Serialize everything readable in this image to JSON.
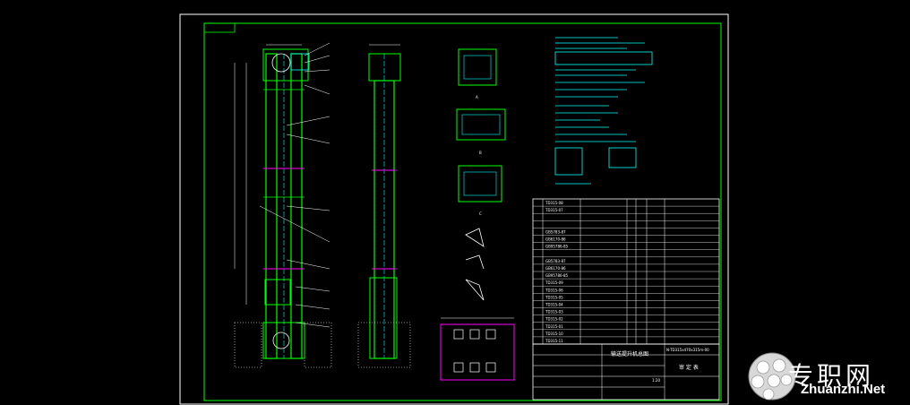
{
  "drawing": {
    "title_block": {
      "name": "输送提升机总图",
      "code": "N-TD315x470x315m-00",
      "approval": "审 定 表",
      "scale": "1:20"
    },
    "parts_rows": [
      "TD315-08",
      "TD315-07",
      "",
      "",
      "GB5783-87",
      "GB6170-86",
      "GB95786-85",
      "",
      "GB5783-87",
      "GB6170-86",
      "GB95786-85",
      "TD315-09",
      "TD315-06",
      "TD315-05",
      "TD315-04",
      "TD315-03",
      "TD315-02",
      "TD315-01",
      "TD315-10",
      "TD315-11"
    ],
    "section_labels": {
      "top_view_a": "A",
      "top_view_b": "B",
      "top_view_c": "C"
    }
  },
  "watermark": {
    "cn_text": "专职网",
    "url": "Zhuanzhi.Net"
  },
  "colors": {
    "background": "#000000",
    "frame": "#ffffff",
    "structure": "#00ff00",
    "detail": "#00ffff",
    "accent": "#ff00ff",
    "text": "#ffffff"
  }
}
